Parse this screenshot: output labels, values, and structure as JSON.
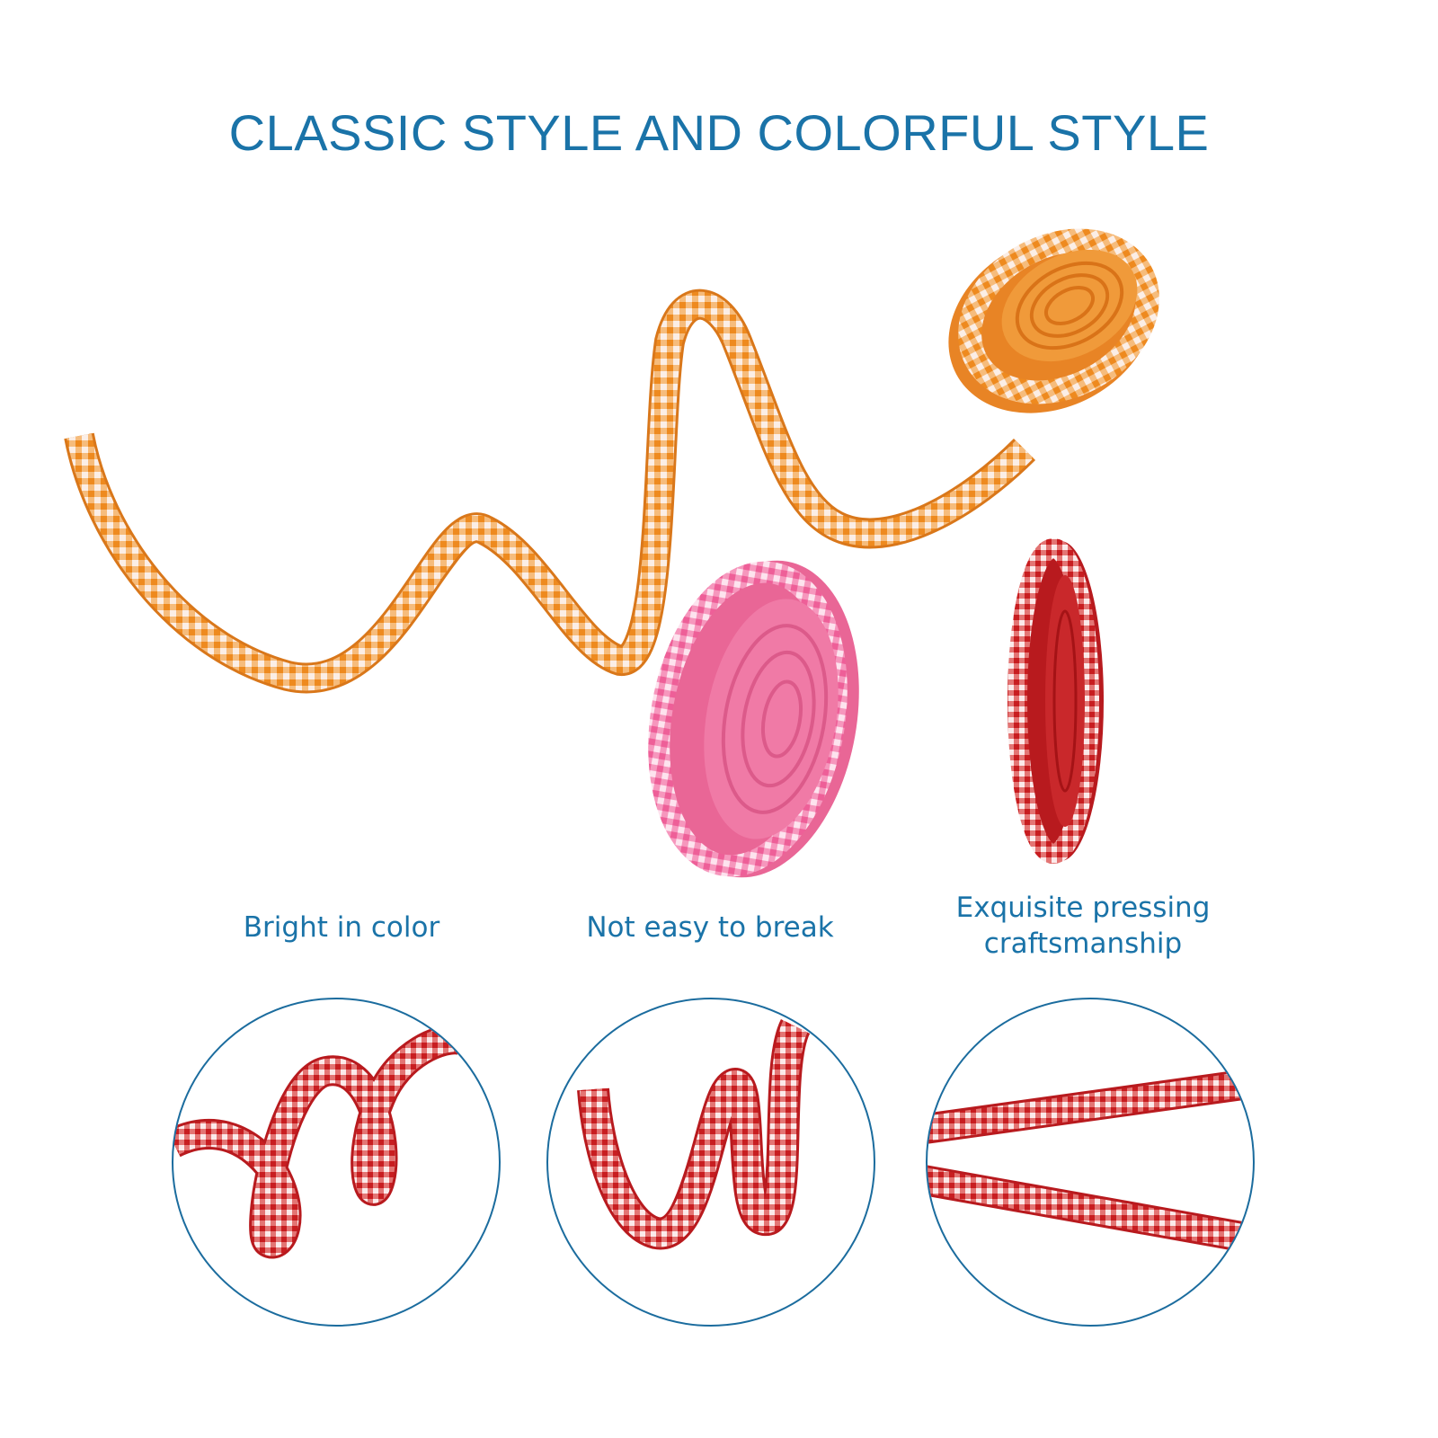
{
  "title": "CLASSIC STYLE AND COLORFUL STYLE",
  "features": [
    {
      "lines": [
        "Bright in color"
      ]
    },
    {
      "lines": [
        "Not easy to break"
      ]
    },
    {
      "lines": [
        "Exquisite pressing",
        "craftsmanship"
      ]
    }
  ],
  "colors": {
    "heading": "#1a73a8",
    "circle_border": "#1b6c9e",
    "orange_ribbon": "#f2952e",
    "pink_ribbon": "#f06fa0",
    "red_ribbon": "#c91f22",
    "gingham_white": "#fbeee6"
  }
}
